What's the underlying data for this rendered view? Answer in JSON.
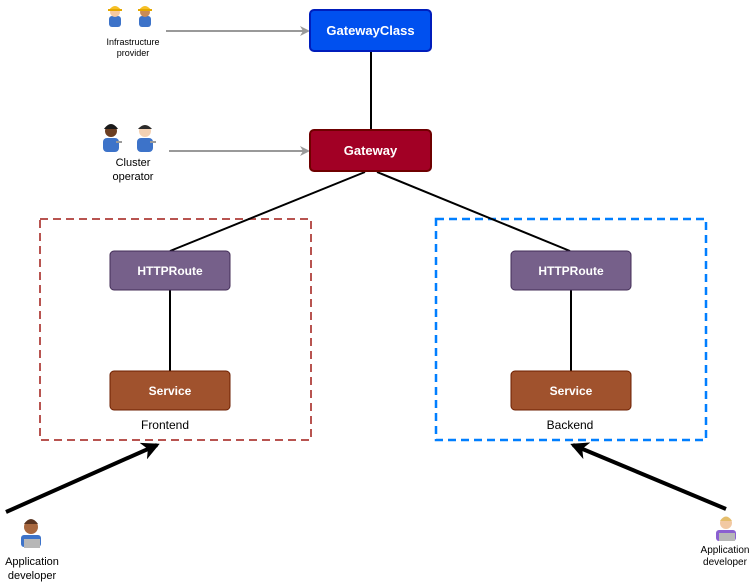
{
  "nodes": {
    "gatewayclass": {
      "label": "GatewayClass",
      "fill": "#0050ef",
      "stroke": "#001dbc"
    },
    "gateway": {
      "label": "Gateway",
      "fill": "#a20025",
      "stroke": "#6f0000"
    },
    "frontend_httproute": {
      "label": "HTTPRoute",
      "fill": "#76608a",
      "stroke": "#432d57"
    },
    "frontend_service": {
      "label": "Service",
      "fill": "#a0522d",
      "stroke": "#6d1f00"
    },
    "backend_httproute": {
      "label": "HTTPRoute",
      "fill": "#76608a",
      "stroke": "#432d57"
    },
    "backend_service": {
      "label": "Service",
      "fill": "#a0522d",
      "stroke": "#6d1f00"
    }
  },
  "groups": {
    "frontend": {
      "label": "Frontend",
      "border_color": "#b85450"
    },
    "backend": {
      "label": "Backend",
      "border_color": "#007fff"
    }
  },
  "personas": {
    "infrastructure_provider": {
      "line1": "Infrastructure",
      "line2": "provider",
      "icon": "construction-worker-icons"
    },
    "cluster_operator": {
      "line1": "Cluster",
      "line2": "operator",
      "icon": "mechanic-icons"
    },
    "frontend_developer": {
      "line1": "Application",
      "line2": "developer",
      "icon": "technologist-icon"
    },
    "backend_developer": {
      "line1": "Application",
      "line2": "developer",
      "icon": "technologist-icon"
    }
  },
  "colors": {
    "connector": "#000000",
    "persona_arrow": "#999999"
  }
}
